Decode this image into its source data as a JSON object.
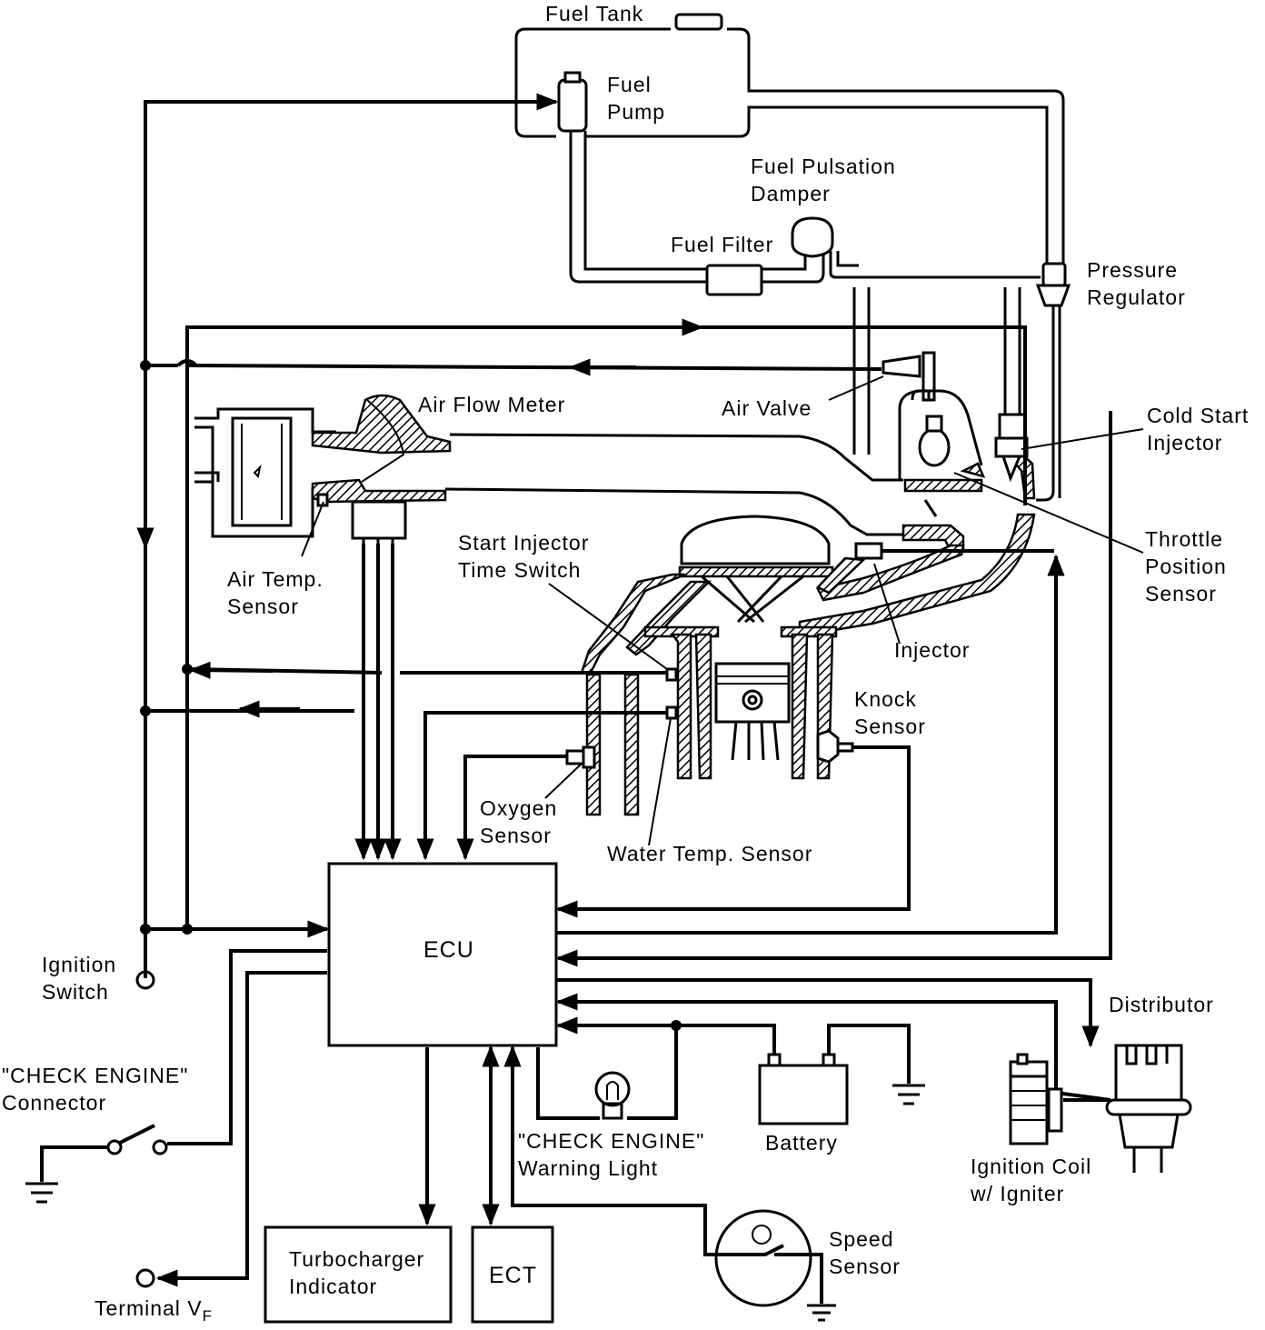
{
  "labels": {
    "fuel_tank": "Fuel Tank",
    "fuel_pump": "Fuel\nPump",
    "fuel_pulsation_damper": "Fuel Pulsation\nDamper",
    "fuel_filter": "Fuel Filter",
    "pressure_regulator": "Pressure\nRegulator",
    "air_flow_meter": "Air Flow Meter",
    "air_valve": "Air Valve",
    "cold_start_injector": "Cold Start\nInjector",
    "throttle_position_sensor": "Throttle\nPosition\nSensor",
    "air_temp_sensor": "Air Temp.\nSensor",
    "start_injector_time_switch": "Start Injector\nTime Switch",
    "injector": "Injector",
    "knock_sensor": "Knock\nSensor",
    "oxygen_sensor": "Oxygen\nSensor",
    "water_temp_sensor": "Water Temp. Sensor",
    "ecu": "ECU",
    "ignition_switch": "Ignition\nSwitch",
    "check_engine_connector": "\"CHECK ENGINE\"\nConnector",
    "check_engine_warning_light": "\"CHECK ENGINE\"\nWarning Light",
    "battery": "Battery",
    "distributor": "Distributor",
    "ignition_coil": "Ignition Coil\nw/ Igniter",
    "speed_sensor": "Speed\nSensor",
    "turbocharger_indicator": "Turbocharger\nIndicator",
    "ect": "ECT",
    "terminal_vf": "Terminal V",
    "terminal_vf_sub": "F"
  }
}
